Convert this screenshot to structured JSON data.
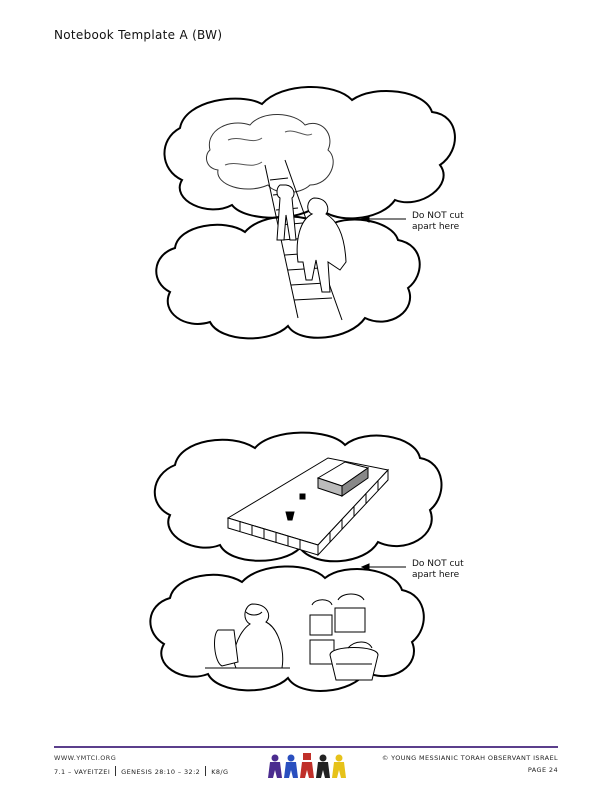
{
  "header": {
    "title": "Notebook Template A (BW)"
  },
  "cut_notes": [
    {
      "line1": "Do NOT cut",
      "line2": "apart here"
    },
    {
      "line1": "Do NOT cut",
      "line2": "apart here"
    }
  ],
  "footer": {
    "site": "WWW.YMTCI.ORG",
    "parts": [
      "7.1 – VAYEITZEI",
      "GENESIS 28:10 – 32:2",
      "K8/G"
    ],
    "copyright": "© YOUNG MESSIANIC TORAH OBSERVANT ISRAEL",
    "page": "PAGE 24"
  },
  "colors": {
    "accent": "#5b3f8c",
    "logo": [
      "#4b2c8f",
      "#2a4fbf",
      "#c0302a",
      "#222222",
      "#e6c21a"
    ]
  },
  "icons": [
    "ladder-dream-illustration",
    "camp-tabernacle-illustration",
    "shepherd-and-baskets-illustration",
    "arrow-left-icon"
  ]
}
